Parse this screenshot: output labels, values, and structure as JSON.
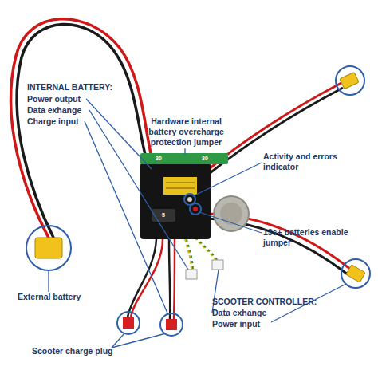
{
  "diagram": {
    "labels": [
      "INTERNAL BATTERY:",
      "Power output",
      "Data exhange",
      "Charge input",
      "Hardware internal battery overcharge protection jumper",
      "30",
      "30",
      "Activity and errors indicator",
      "5",
      "13s+ batteries enable jumper",
      "External battery",
      "SCOOTER CONTROLLER:",
      "Data exhange",
      "Power input",
      "Scooter charge plug"
    ]
  }
}
